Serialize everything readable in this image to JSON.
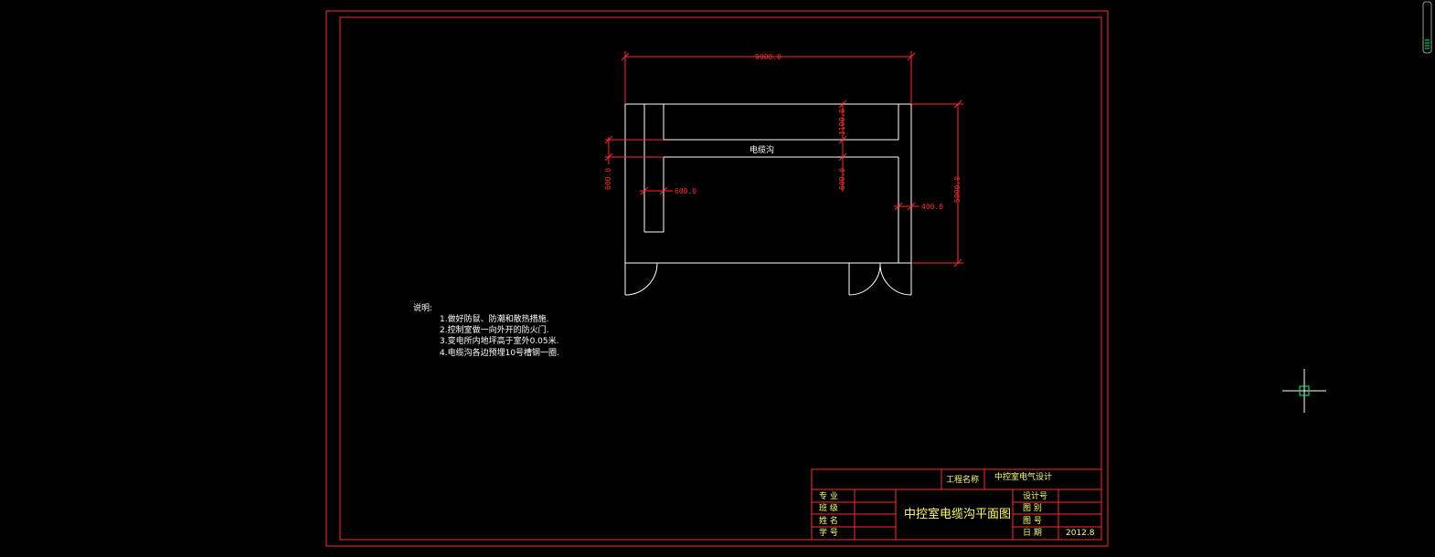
{
  "drawing": {
    "dimensions": {
      "total_width": "9000.0",
      "total_height": "5000.0",
      "top_trench": "1100.0",
      "left_trench_gap": "600.0",
      "mid_trench_gap": "600.0",
      "left_trench_width": "600.0",
      "right_wall": "400.0"
    },
    "trench_label": "电缆沟"
  },
  "notes": {
    "title": "说明:",
    "items": [
      "1.做好防鼠、防潮和散热措施.",
      "2.控制室做一向外开的防火门.",
      "3.变电所内地坪高于室外0.05米.",
      "4.电缆沟各边预埋10号槽钢一圈."
    ]
  },
  "title_block": {
    "project_label": "工程名称",
    "project_name": "中控室电气设计",
    "drawing_title": "中控室电缆沟平面图",
    "left_labels": [
      "专  业",
      "班  级",
      "姓  名",
      "学  号"
    ],
    "right_labels": [
      "设计号",
      "图  别",
      "图  号",
      "日  期"
    ],
    "date_value": "2012.8"
  },
  "colors": {
    "frame": "#ff2a2a",
    "lines": "#ffffff",
    "title_text": "#ffff66",
    "cursor": "#00ff66"
  }
}
